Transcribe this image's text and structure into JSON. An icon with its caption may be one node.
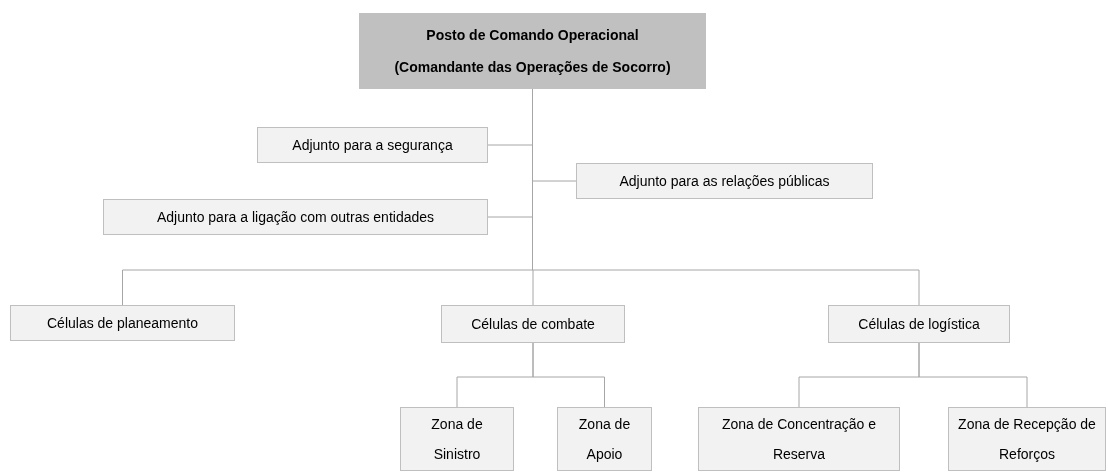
{
  "diagram": {
    "nodes": [
      {
        "text": [
          "Posto de Comando Operacional (Comandante das Operações de Socorro)"
        ]
      },
      {
        "text": [
          "Adjunto para a segurança"
        ]
      },
      {
        "text": [
          "Adjunto para as relações públicas"
        ]
      },
      {
        "text": [
          "Adjunto para a ligação com outras entidades"
        ]
      },
      {
        "text": [
          "Células de planeamento"
        ]
      },
      {
        "text": [
          "Células de combate"
        ]
      },
      {
        "text": [
          "Células de logística"
        ]
      },
      {
        "text": [
          "Zona de Sinistro"
        ]
      },
      {
        "text": [
          "Zona de Apoio"
        ]
      },
      {
        "text": [
          "Zona de Concentração e Reserva"
        ]
      },
      {
        "text": [
          "Zona de Recepção de Reforços"
        ]
      }
    ],
    "edges": [
      {
        "from": 0,
        "to": 1,
        "arrow": "none"
      },
      {
        "from": 0,
        "to": 2,
        "arrow": "none"
      },
      {
        "from": 0,
        "to": 3,
        "arrow": "none"
      },
      {
        "from": 0,
        "to": 4,
        "arrow": "none"
      },
      {
        "from": 0,
        "to": 5,
        "arrow": "none"
      },
      {
        "from": 0,
        "to": 6,
        "arrow": "none"
      },
      {
        "from": 5,
        "to": 7,
        "arrow": "none"
      },
      {
        "from": 5,
        "to": 8,
        "arrow": "none"
      },
      {
        "from": 6,
        "to": 9,
        "arrow": "none"
      },
      {
        "from": 6,
        "to": 10,
        "arrow": "none"
      }
    ]
  }
}
